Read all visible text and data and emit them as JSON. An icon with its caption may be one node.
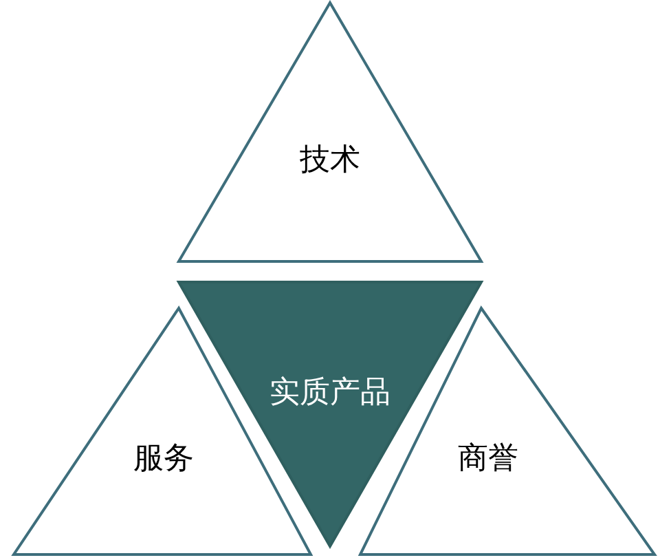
{
  "diagram": {
    "nodes": [
      {
        "text": [
          "技术"
        ]
      },
      {
        "text": [
          "实质产品"
        ]
      },
      {
        "text": [
          "服务"
        ]
      },
      {
        "text": [
          "商誉"
        ]
      }
    ]
  }
}
